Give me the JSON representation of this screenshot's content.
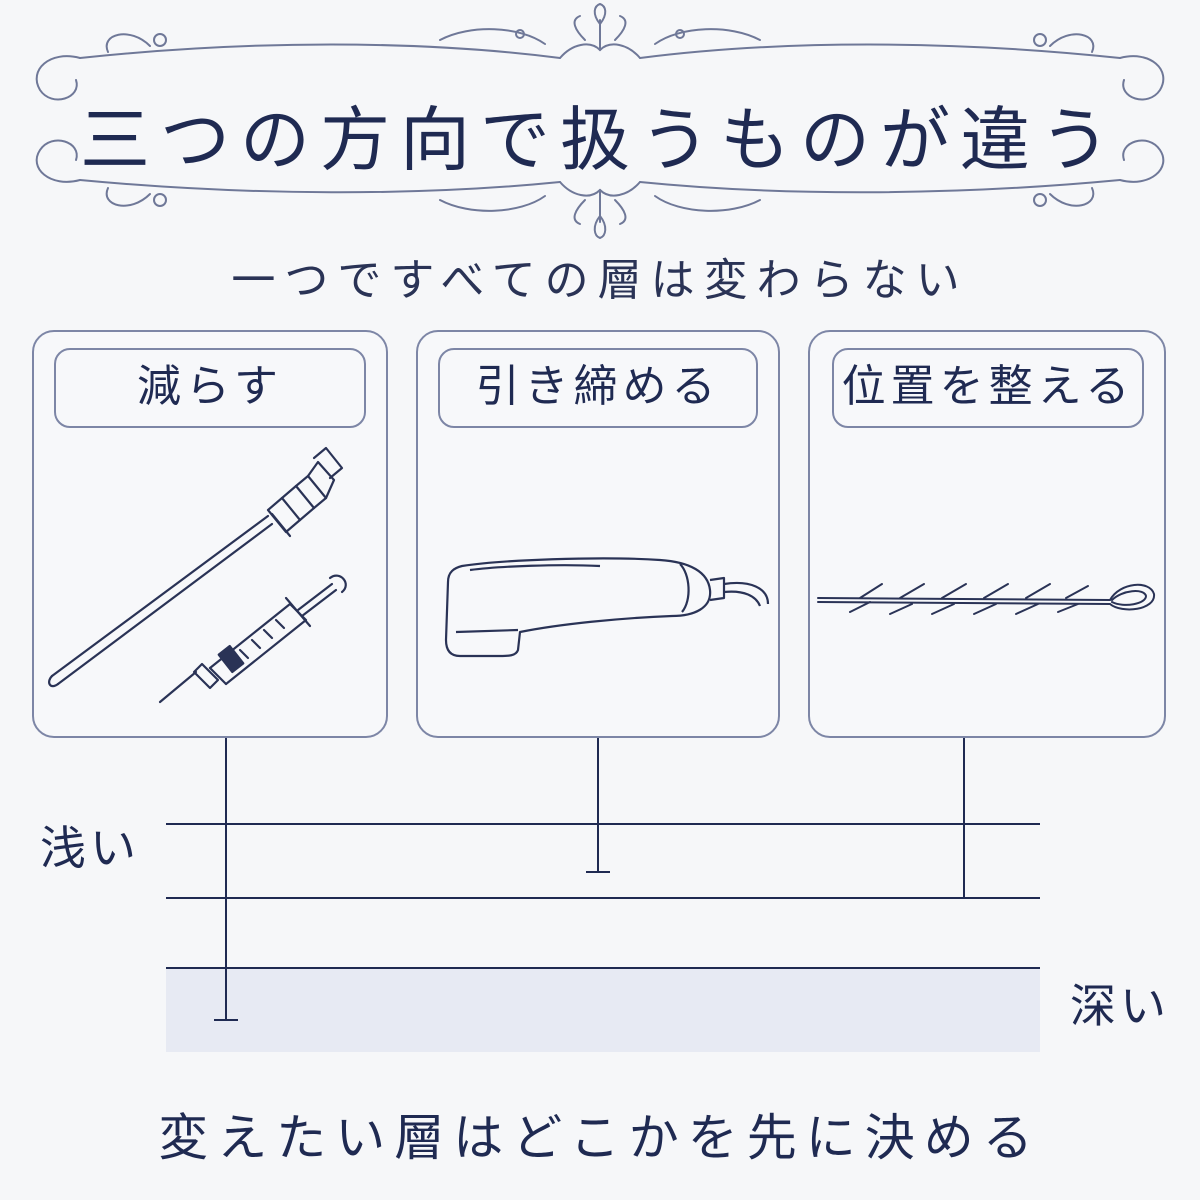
{
  "header": {
    "title": "三つの方向で扱うものが違う",
    "subtitle": "一つですべての層は変わらない"
  },
  "panels": [
    {
      "label": "減らす",
      "illustration": "needle-and-syringe-icon"
    },
    {
      "label": "引き締める",
      "illustration": "ultrasound-handpiece-icon"
    },
    {
      "label": "位置を整える",
      "illustration": "barbed-thread-icon"
    }
  ],
  "depth": {
    "shallow_label": "浅い",
    "deep_label": "深い"
  },
  "footer": {
    "conclusion": "変えたい層はどこかを先に決める"
  },
  "colors": {
    "ink": "#1f2a52",
    "border": "#7d86a6",
    "deep_band": "#e7eaf3",
    "background": "#f6f7f9"
  }
}
